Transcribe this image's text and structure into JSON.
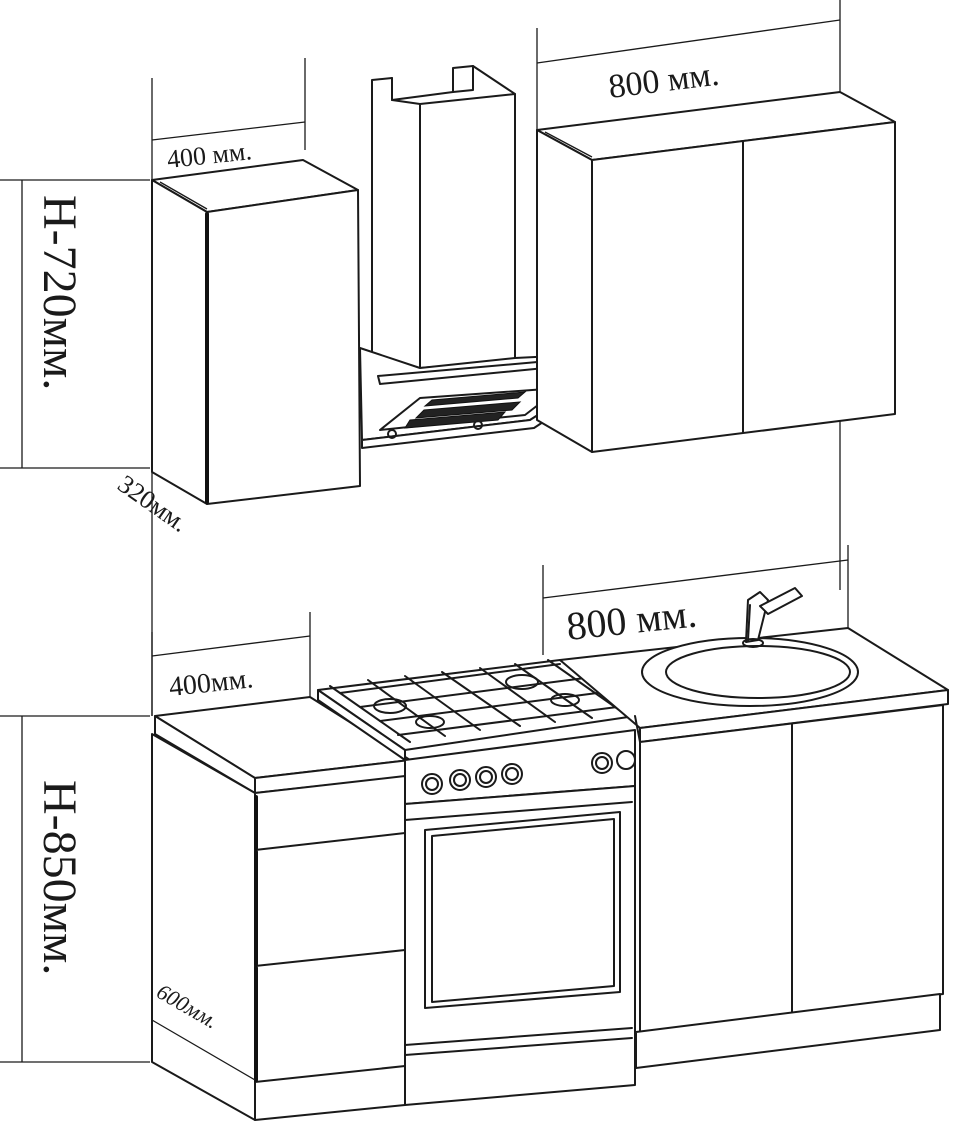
{
  "drawing": {
    "colors": {
      "line": "#1a1a1a",
      "background": "#ffffff"
    },
    "labels": {
      "upper_left_width": "400 мм.",
      "upper_right_width": "800 мм.",
      "upper_height": "H-720мм.",
      "upper_depth": "320мм.",
      "lower_left_width": "400мм.",
      "lower_right_width": "800 мм.",
      "lower_height": "H-850мм.",
      "lower_depth": "600мм."
    }
  }
}
